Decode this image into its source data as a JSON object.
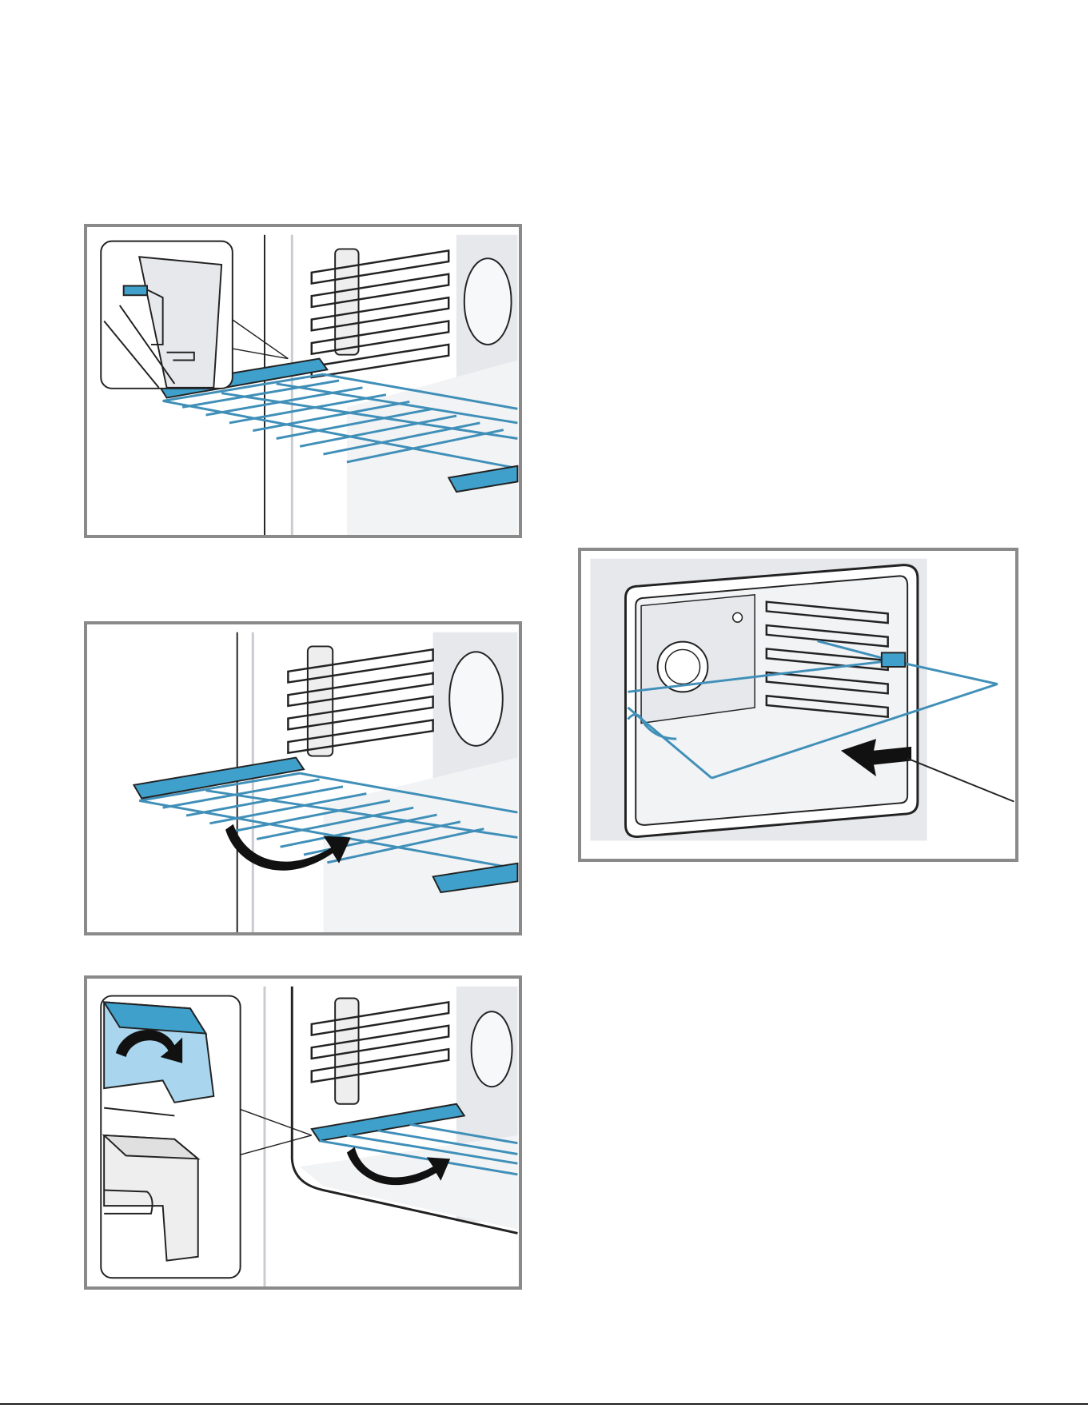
{
  "page": {
    "figures": [
      {
        "id": "fig1",
        "icon": "rack-rail-detail-icon"
      },
      {
        "id": "fig2",
        "icon": "rack-rotate-out-icon"
      },
      {
        "id": "fig3",
        "icon": "rack-clip-unhook-icon"
      },
      {
        "id": "fig4",
        "icon": "rack-insert-into-oven-icon"
      }
    ]
  },
  "colors": {
    "frame": "#8a8a8a",
    "wire": "#3f8fb8",
    "clip": "#3fa0cc",
    "clip_light": "#a9d6ee",
    "oven_wall": "#e6e8ec",
    "oven_floor": "#f2f3f5",
    "outline": "#222222",
    "arrow": "#111111"
  }
}
